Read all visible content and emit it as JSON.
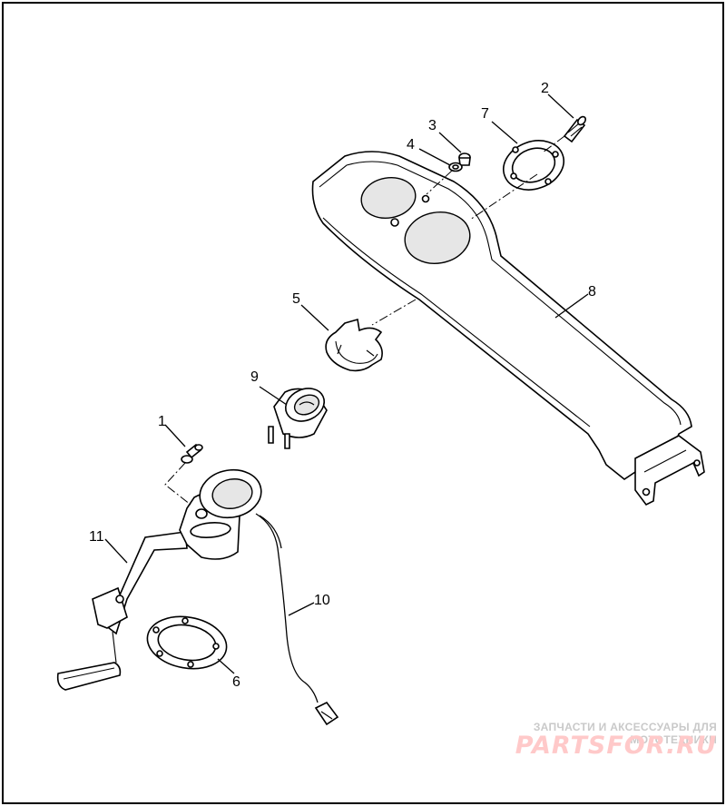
{
  "callouts": {
    "c1": "1",
    "c2": "2",
    "c3": "3",
    "c4": "4",
    "c5": "5",
    "c6": "6",
    "c7": "7",
    "c8": "8",
    "c9": "9",
    "c10": "10",
    "c11": "11"
  },
  "watermark": {
    "tagline": "ЗАПЧАСТИ И АКСЕССУАРЫ ДЛЯ МОТОТЕХНИКИ",
    "logo": "PARTSFOR.RU"
  },
  "colors": {
    "line": "#000000",
    "watermark_text": "#c9c9c9",
    "watermark_logo": "#ffc9c9"
  }
}
